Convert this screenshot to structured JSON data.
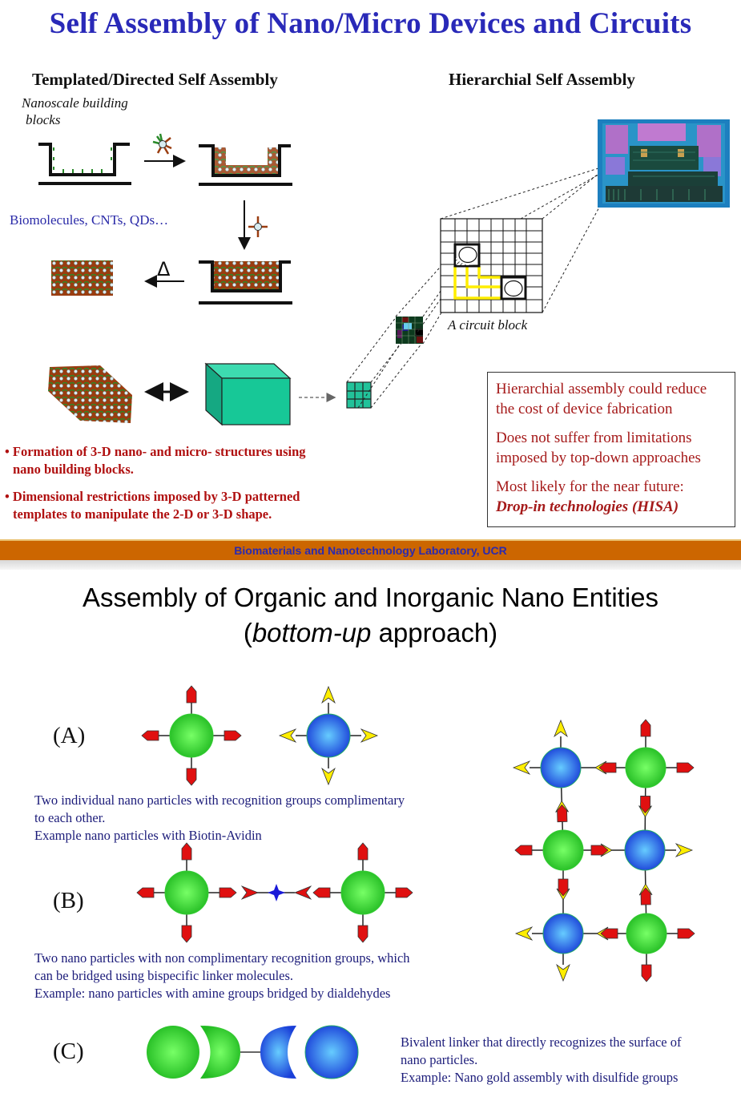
{
  "slide1": {
    "title": "Self Assembly of Nano/Micro Devices and Circuits",
    "left_heading": "Templated/Directed Self Assembly",
    "right_heading": "Hierarchial Self Assembly",
    "nanoscale_label_line1": "Nanoscale building",
    "nanoscale_label_line2": "blocks",
    "biomolecules_label": "Biomolecules, CNTs, QDs…",
    "heat_symbol": "Δ",
    "circuit_caption": "A circuit block",
    "bullets": [
      {
        "line1": "• Formation of 3-D nano- and micro-  structures using",
        "line2": "nano building blocks."
      },
      {
        "line1": "• Dimensional restrictions imposed by 3-D patterned",
        "line2": "templates to manipulate the 2-D or 3-D shape."
      }
    ],
    "info_box": {
      "p1": "Hierarchial assembly could reduce the cost of device fabrication",
      "p2": "Does not suffer from limitations imposed by top-down approaches",
      "p3": "Most likely for the near future:",
      "p3_emph": "Drop-in technologies (HISA)"
    },
    "footer": "Biomaterials and Nanotechnology Laboratory, UCR"
  },
  "slide2": {
    "title_line1": "Assembly of Organic and Inorganic Nano Entities",
    "title_paren_open": "(",
    "title_italic": "bottom-up",
    "title_rest": " approach)",
    "sections": [
      {
        "label": "(A)",
        "desc_line1": "Two individual nano particles with recognition groups complimentary",
        "desc_line2": "to each other.",
        "desc_line3": "Example nano particles with Biotin-Avidin"
      },
      {
        "label": "(B)",
        "desc_line1": "Two nano particles with non complimentary recognition groups, which",
        "desc_line2": "can be bridged using bispecific linker molecules.",
        "desc_line3": "Example: nano particles with amine groups bridged by dialdehydes"
      },
      {
        "label": "(C)",
        "desc_line1": "Bivalent linker that directly recognizes the surface of",
        "desc_line2": "nano particles.",
        "desc_line3": "Example: Nano gold assembly with disulfide groups"
      }
    ]
  },
  "colors": {
    "title_blue": "#2929b8",
    "bullet_red": "#b01010",
    "box_red": "#a51a1a",
    "footer_orange": "#cc6600",
    "particle_green": "#33cc33",
    "particle_blue": "#2255ee",
    "group_red": "#e01010",
    "group_yellow": "#ffee00",
    "teal": "#22c29a"
  }
}
